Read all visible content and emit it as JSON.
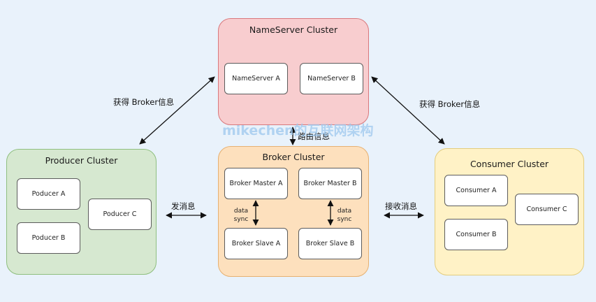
{
  "nameserver": {
    "title": "NameServer Cluster",
    "nodes": [
      "NameServer A",
      "NameServer B"
    ]
  },
  "producer": {
    "title": "Producer Cluster",
    "nodes": [
      "Poducer A",
      "Poducer B",
      "Poducer C"
    ]
  },
  "broker": {
    "title": "Broker Cluster",
    "masters": [
      "Broker Master A",
      "Broker Master B"
    ],
    "slaves": [
      "Broker Slave A",
      "Broker Slave B"
    ],
    "sync_line1": "data",
    "sync_line2": "sync"
  },
  "consumer": {
    "title": "Consumer Cluster",
    "nodes": [
      "Consumer A",
      "Consumer  B",
      "Consumer C"
    ]
  },
  "labels": {
    "producer_ns": "获得 Broker信息",
    "consumer_ns": "获得 Broker信息",
    "broker_ns": "路由信息",
    "send": "发消息",
    "receive": "接收消息"
  },
  "watermark": "mikechen的互联网架构",
  "colors": {
    "nameserver_fill": "#f8cdcf",
    "nameserver_border": "#d9787c",
    "producer_fill": "#d6e8d0",
    "producer_border": "#8fbf7f",
    "broker_fill": "#fde0bd",
    "broker_border": "#e6b071",
    "consumer_fill": "#fff2c6",
    "consumer_border": "#e3cd7d"
  }
}
